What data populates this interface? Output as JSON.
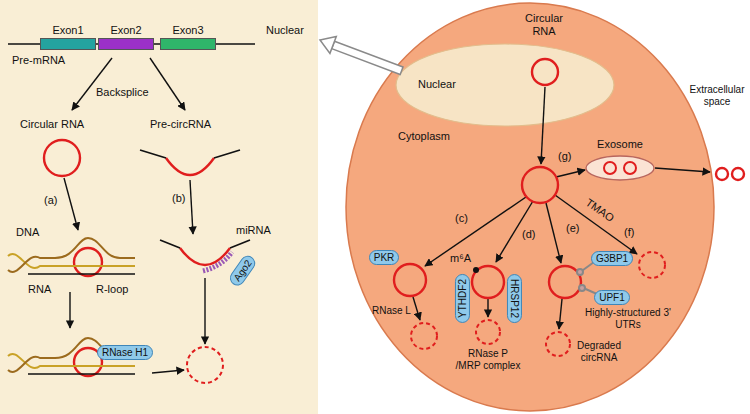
{
  "diagram": {
    "nodes": [
      {
        "text": [
          "Nuclear"
        ]
      },
      {
        "text": [
          "Exon1"
        ],
        "in": 0
      },
      {
        "text": [
          "Exon2"
        ],
        "in": 0
      },
      {
        "text": [
          "Exon3"
        ],
        "in": 0
      },
      {
        "text": [
          "Ago2"
        ],
        "in": 0
      },
      {
        "text": [
          "RNase H1"
        ],
        "in": 0
      },
      {
        "text": [
          "Cytoplasm"
        ]
      },
      {
        "text": [
          "Nuclear"
        ],
        "in": 6
      },
      {
        "text": [
          "PKR"
        ],
        "in": 6
      },
      {
        "text": [
          "YTHDF2"
        ],
        "in": 6
      },
      {
        "text": [
          "HRSP12"
        ],
        "in": 6
      },
      {
        "text": [
          "G3BP1"
        ],
        "in": 6
      },
      {
        "text": [
          "UPF1"
        ],
        "in": 6
      },
      {
        "text": [
          "Exosome"
        ],
        "in": 6
      }
    ],
    "edges": [
      {
        "from": 7,
        "to": 0,
        "arrow": "to"
      }
    ],
    "labels": [
      "Pre-mRNA",
      "Backsplice",
      "Circular RNA",
      "Pre-circRNA",
      "(a)",
      "(b)",
      "DNA",
      "RNA",
      "R-loop",
      "miRNA",
      "Circular RNA",
      "Extracellular space",
      "(c)",
      "(d)",
      "(e)",
      "(f)",
      "(g)",
      "TMAO",
      "m⁶A",
      "RNase L",
      "RNase P /MRP complex",
      "Highly-structured 3' UTRs",
      "Degraded circRNA"
    ]
  }
}
